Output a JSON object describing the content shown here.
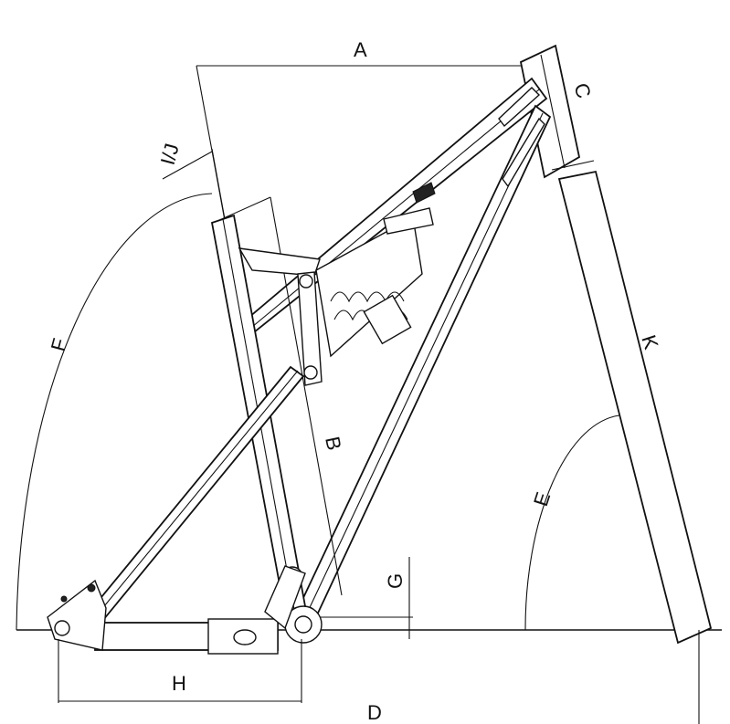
{
  "labels": {
    "A": "A",
    "B": "B",
    "C": "C",
    "D": "D",
    "E": "E",
    "F": "F",
    "G": "G",
    "H": "H",
    "IJ": "I/J",
    "K": "K"
  },
  "colors": {
    "line": "#111111",
    "background": "#ffffff"
  }
}
